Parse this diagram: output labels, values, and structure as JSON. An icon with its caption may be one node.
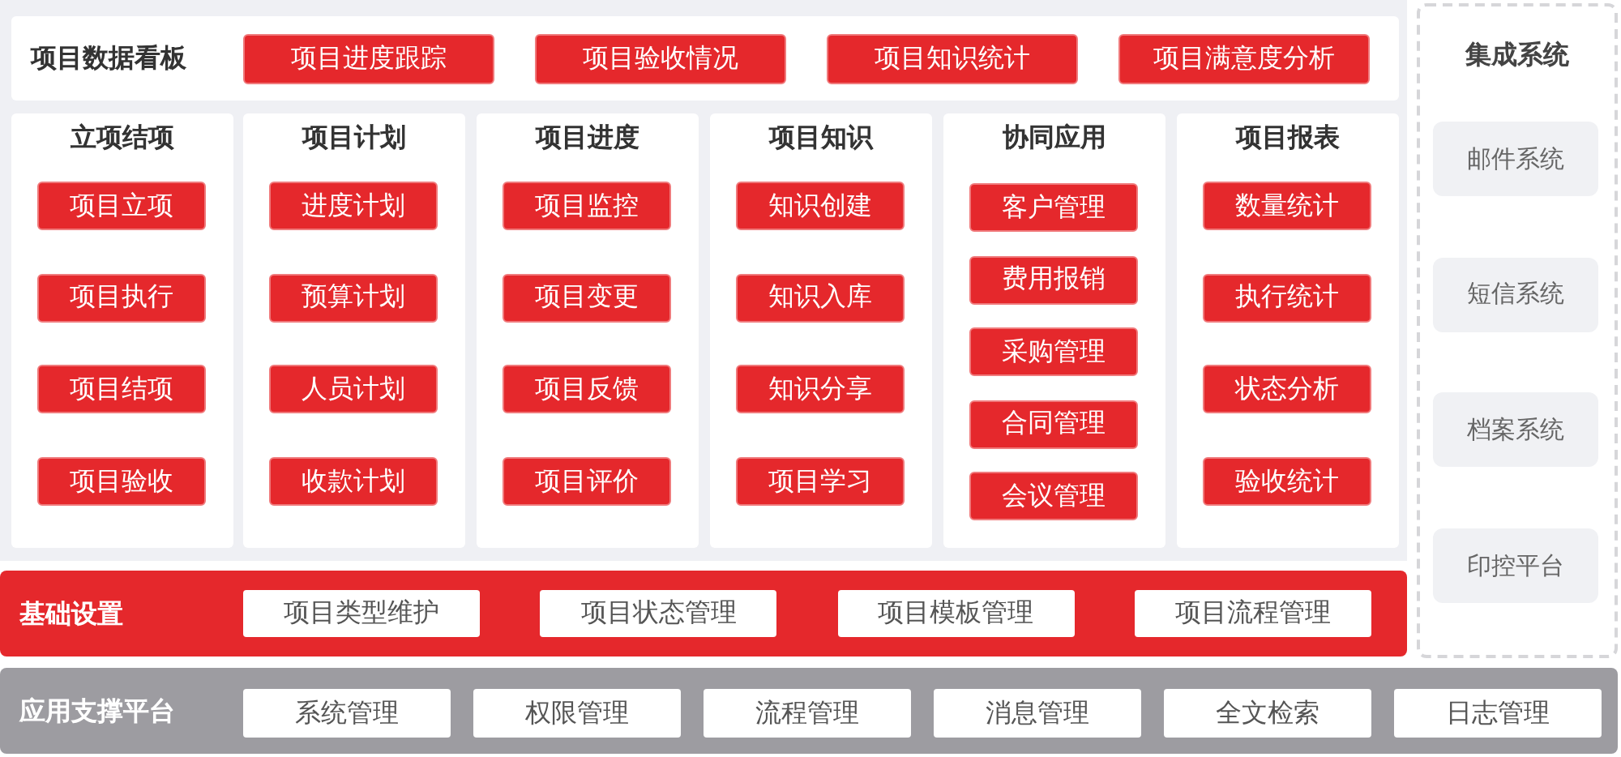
{
  "diagram": {
    "nodes": [
      {
        "text": [
          "项目数据看板"
        ]
      },
      {
        "text": [
          "项目进度跟踪"
        ],
        "in": 0
      },
      {
        "text": [
          "项目验收情况"
        ],
        "in": 0
      },
      {
        "text": [
          "项目知识统计"
        ],
        "in": 0
      },
      {
        "text": [
          "项目满意度分析"
        ],
        "in": 0
      },
      {
        "text": [
          "立项结项"
        ]
      },
      {
        "text": [
          "项目立项"
        ],
        "in": 5
      },
      {
        "text": [
          "项目执行"
        ],
        "in": 5
      },
      {
        "text": [
          "项目结项"
        ],
        "in": 5
      },
      {
        "text": [
          "项目验收"
        ],
        "in": 5
      },
      {
        "text": [
          "项目计划"
        ]
      },
      {
        "text": [
          "进度计划"
        ],
        "in": 10
      },
      {
        "text": [
          "预算计划"
        ],
        "in": 10
      },
      {
        "text": [
          "人员计划"
        ],
        "in": 10
      },
      {
        "text": [
          "收款计划"
        ],
        "in": 10
      },
      {
        "text": [
          "项目进度"
        ]
      },
      {
        "text": [
          "项目监控"
        ],
        "in": 15
      },
      {
        "text": [
          "项目变更"
        ],
        "in": 15
      },
      {
        "text": [
          "项目反馈"
        ],
        "in": 15
      },
      {
        "text": [
          "项目评价"
        ],
        "in": 15
      },
      {
        "text": [
          "项目知识"
        ]
      },
      {
        "text": [
          "知识创建"
        ],
        "in": 20
      },
      {
        "text": [
          "知识入库"
        ],
        "in": 20
      },
      {
        "text": [
          "知识分享"
        ],
        "in": 20
      },
      {
        "text": [
          "项目学习"
        ],
        "in": 20
      },
      {
        "text": [
          "协同应用"
        ]
      },
      {
        "text": [
          "客户管理"
        ],
        "in": 25
      },
      {
        "text": [
          "费用报销"
        ],
        "in": 25
      },
      {
        "text": [
          "采购管理"
        ],
        "in": 25
      },
      {
        "text": [
          "合同管理"
        ],
        "in": 25
      },
      {
        "text": [
          "会议管理"
        ],
        "in": 25
      },
      {
        "text": [
          "项目报表"
        ]
      },
      {
        "text": [
          "数量统计"
        ],
        "in": 31
      },
      {
        "text": [
          "执行统计"
        ],
        "in": 31
      },
      {
        "text": [
          "状态分析"
        ],
        "in": 31
      },
      {
        "text": [
          "验收统计"
        ],
        "in": 31
      },
      {
        "text": [
          "集成系统"
        ]
      },
      {
        "text": [
          "邮件系统"
        ],
        "in": 36
      },
      {
        "text": [
          "短信系统"
        ],
        "in": 36
      },
      {
        "text": [
          "档案系统"
        ],
        "in": 36
      },
      {
        "text": [
          "印控平台"
        ],
        "in": 36
      },
      {
        "text": [
          "基础设置"
        ]
      },
      {
        "text": [
          "项目类型维护"
        ],
        "in": 41
      },
      {
        "text": [
          "项目状态管理"
        ],
        "in": 41
      },
      {
        "text": [
          "项目模板管理"
        ],
        "in": 41
      },
      {
        "text": [
          "项目流程管理"
        ],
        "in": 41
      },
      {
        "text": [
          "应用支撑平台"
        ]
      },
      {
        "text": [
          "系统管理"
        ],
        "in": 46
      },
      {
        "text": [
          "权限管理"
        ],
        "in": 46
      },
      {
        "text": [
          "流程管理"
        ],
        "in": 46
      },
      {
        "text": [
          "消息管理"
        ],
        "in": 46
      },
      {
        "text": [
          "全文检索"
        ],
        "in": 46
      },
      {
        "text": [
          "日志管理"
        ],
        "in": 46
      }
    ]
  }
}
